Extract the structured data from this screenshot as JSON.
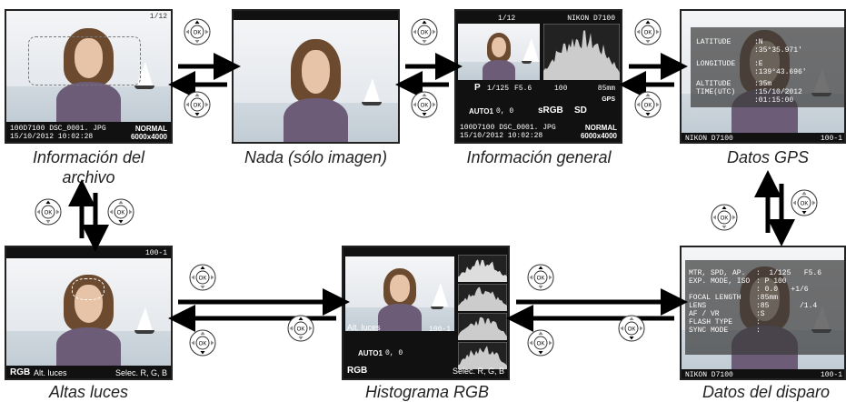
{
  "captions": {
    "info_archivo": "Información del archivo",
    "nada": "Nada (sólo imagen)",
    "info_general": "Información general",
    "datos_gps": "Datos GPS",
    "altas_luces": "Altas luces",
    "histograma_rgb": "Histograma RGB",
    "datos_disparo": "Datos del disparo"
  },
  "screen1": {
    "frame_counter": "1/12",
    "folder_file": "100D7100 DSC_0001. JPG",
    "quality": "NORMAL",
    "datetime": "15/10/2012 10:02:28",
    "size": "6000x4000"
  },
  "screen3": {
    "frame_counter": "1/12",
    "camera": "NIKON D7100",
    "mode": "P",
    "shutter": "1/125",
    "aperture": "F5.6",
    "iso": "100",
    "focal": "85mm",
    "wb": "AUTO1",
    "wb_fine": "0, 0",
    "color_space": "sRGB",
    "picture_control": "SD",
    "gps": "GPS",
    "folder_file": "100D7100 DSC_0001. JPG",
    "quality": "NORMAL",
    "datetime": "15/10/2012 10:02:28",
    "size": "6000x4000"
  },
  "screen4": {
    "latitude_label": "LATITUDE",
    "latitude_value": ":N\n:35°35.971'",
    "longitude_label": "LONGITUDE",
    "longitude_value": ":E\n:139°43.696'",
    "altitude_label": "ALTITUDE",
    "altitude_value": ":35m",
    "time_label": "TIME(UTC)",
    "time_value": ":15/10/2012\n:01:15:00",
    "camera": "NIKON D7100",
    "frame": "100-1"
  },
  "screen5": {
    "frame": "100-1",
    "rgb": "RGB",
    "alt_luces": "Alt. luces",
    "selec": "Selec. R, G, B"
  },
  "screen6": {
    "alt_luces": "Alt. luces",
    "frame": "100-1",
    "wb": "AUTO1",
    "wb_fine": "0, 0",
    "rgb": "RGB",
    "selec": "Selec. R, G, B"
  },
  "screen7": {
    "labels": "MTR, SPD, AP.\nEXP. MODE, ISO\n\nFOCAL LENGTH\nLENS\nAF / VR\nFLASH TYPE\nSYNC MODE",
    "values": ":  1/125   F5.6\n: P 100\n: 0.0   +1/6\n:85mm\n:85       /1.4\n:S\n:\n:",
    "camera": "NIKON D7100",
    "frame": "100-1"
  }
}
